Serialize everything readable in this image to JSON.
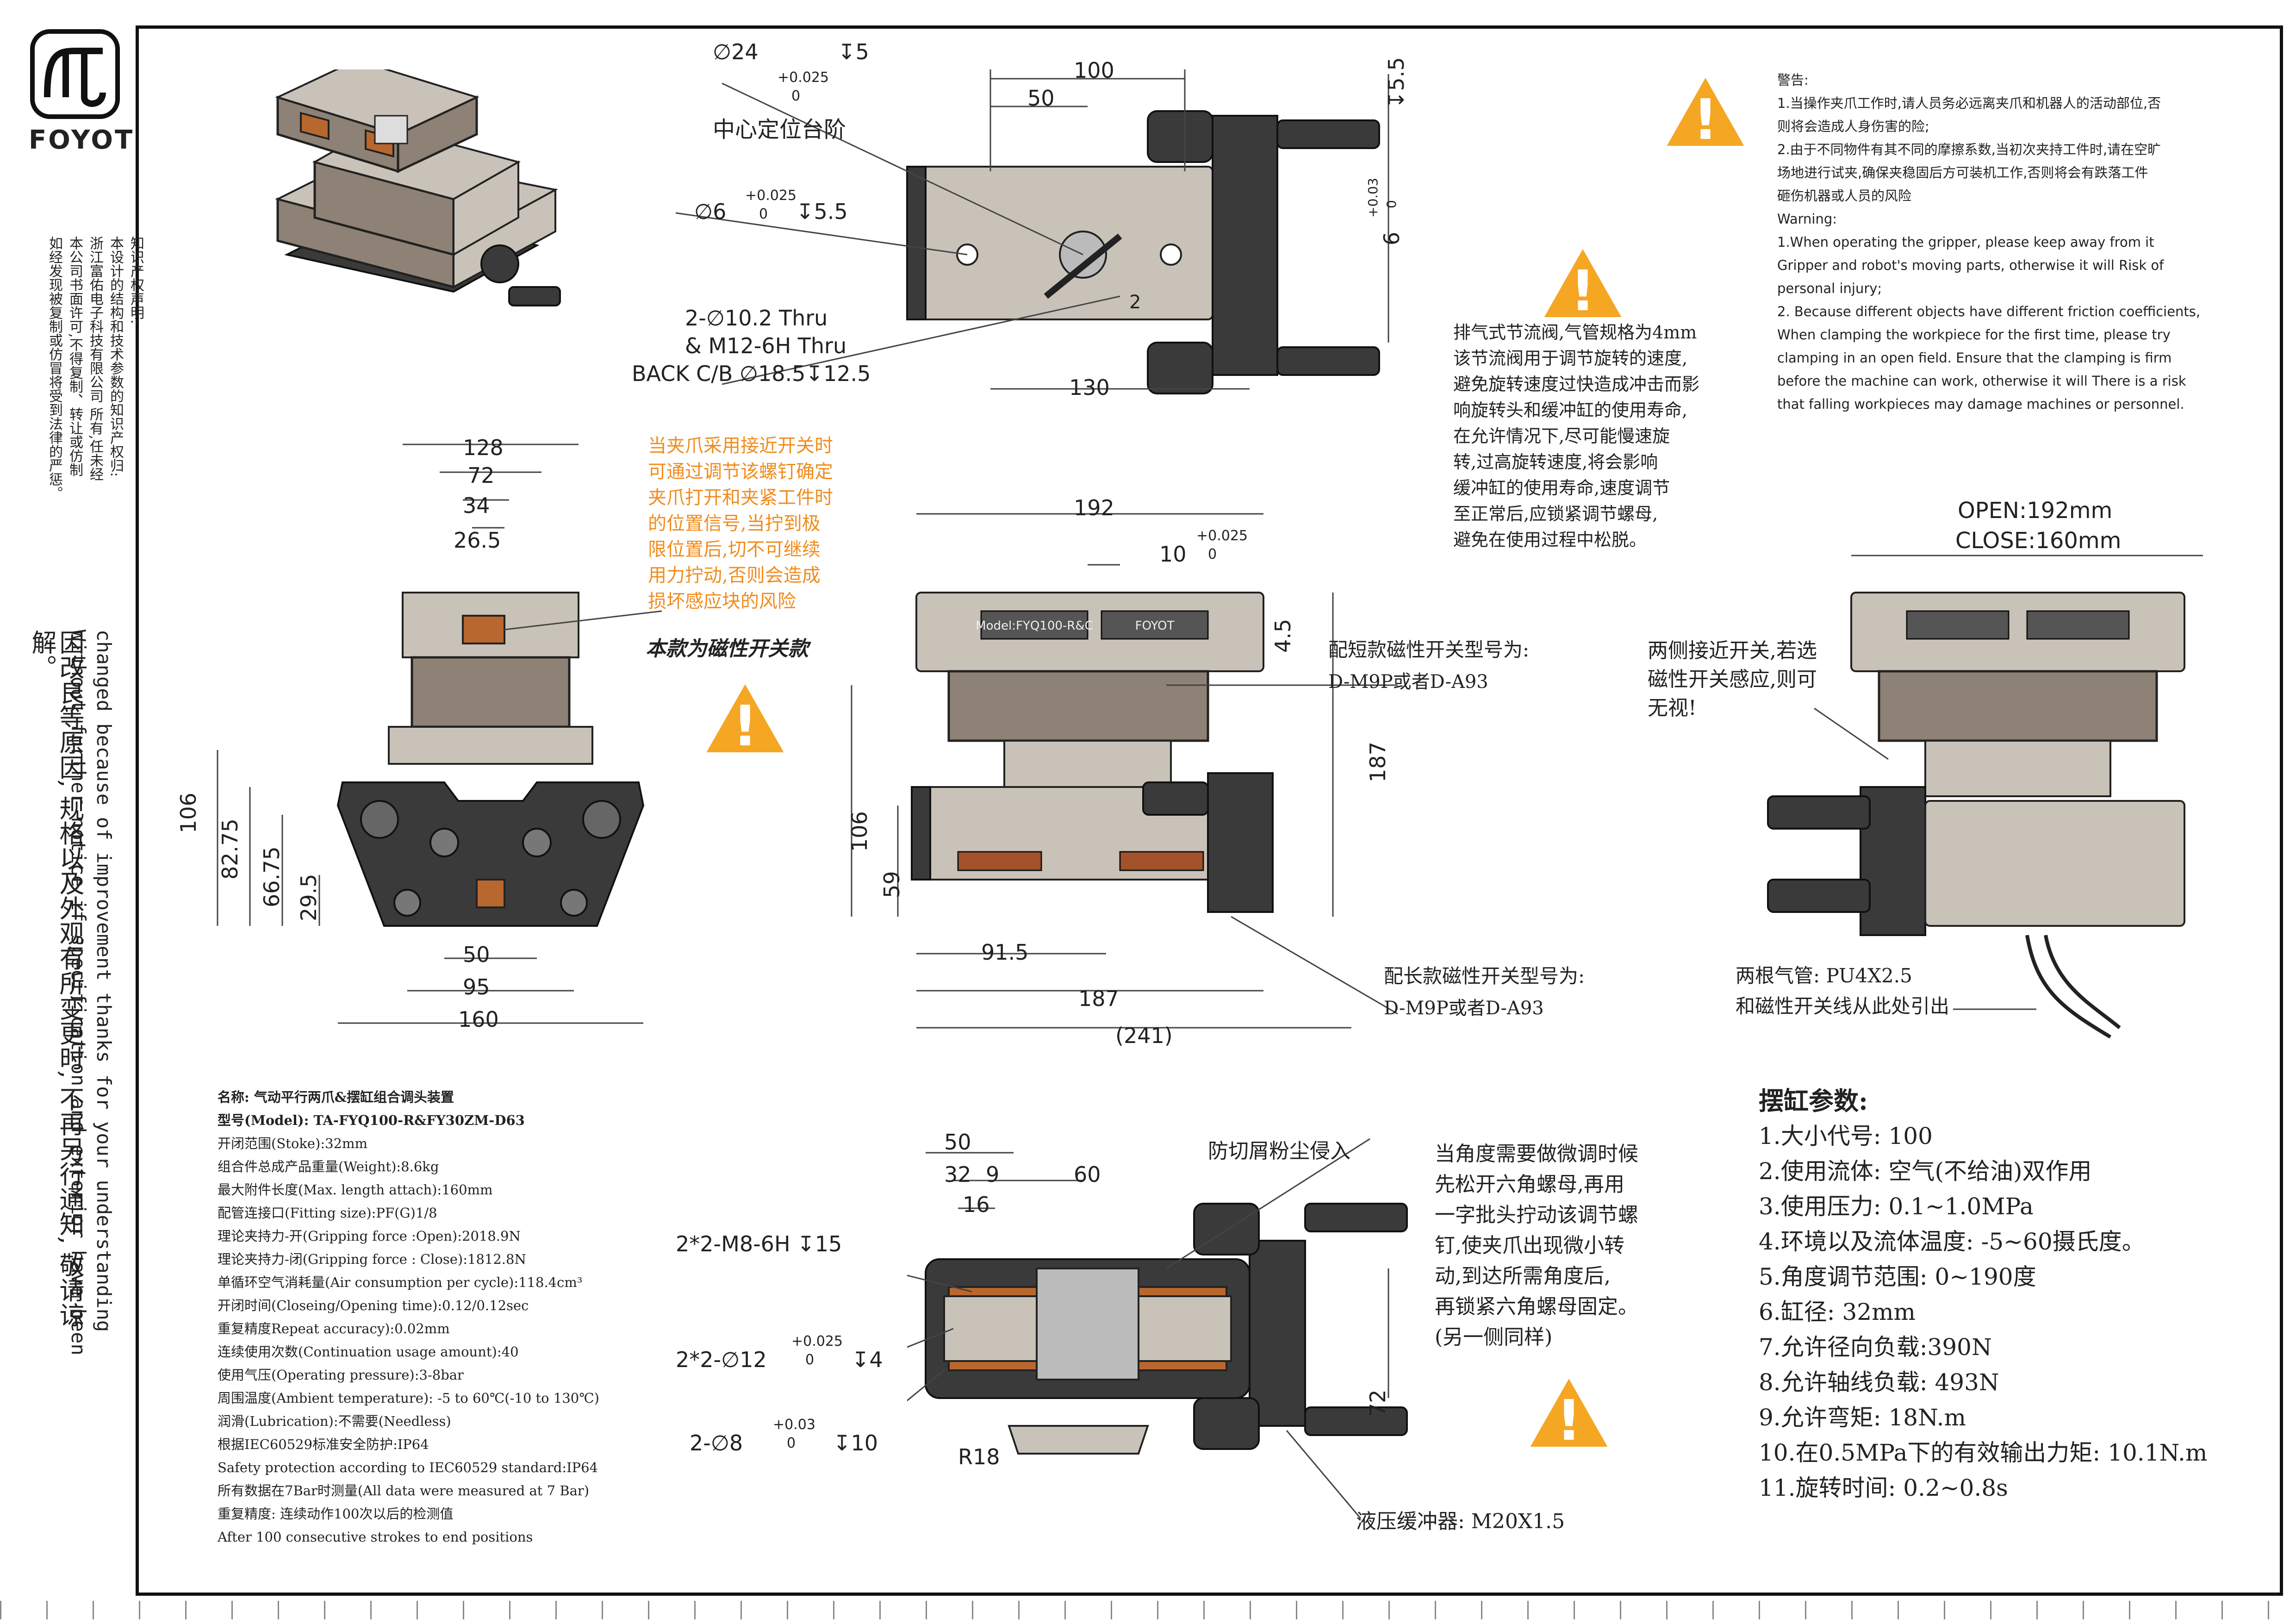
{
  "brand": {
    "name": "FOYOT"
  },
  "ip_statement": [
    "知识产权声明:",
    "本设计的结构和技术参数的知识产权归:",
    "浙江富佑电子科技有限公司 所有,任未经",
    "本公司书面许可,不得复制、转让或仿制",
    "如经发现被复制或仿冒将受到法律的严惩。"
  ],
  "left_vertical": {
    "cn": "因改良等原因, 规格以及外观有所变更时, 不再另行通知, 敬请谅解。",
    "en1": "Without further notice if specification and exterior have been",
    "en2": "changed because of improvement thanks for your understanding"
  },
  "top_view_labels": {
    "d24": "∅24",
    "tol_025_up": "+0.025",
    "tol_025_down": "0",
    "depth5": "↧5",
    "center_step": "中心定位台阶",
    "d6": "∅6",
    "depth55": "↧5.5",
    "thru1": "2-∅10.2  Thru",
    "thru2": "& M12-6H Thru",
    "thru3": "BACK   C/B  ∅18.5↧12.5",
    "w100": "100",
    "w50": "50",
    "w130": "130",
    "w2": "2",
    "right_depth": "↧5.5",
    "right_tol": "+0.03",
    "right_tol0": "0",
    "right_6": "6"
  },
  "front_view_labels": {
    "w128": "128",
    "w72": "72",
    "w34": "34",
    "w265": "26.5",
    "h106": "106",
    "h8275": "82.75",
    "h6675": "66.75",
    "h295": "29.5",
    "w50": "50",
    "w95": "95",
    "w160": "160",
    "orange_note": [
      "当夹爪采用接近开关时",
      "可通过调节该螺钉确定",
      "夹爪打开和夹紧工件时",
      "的位置信号,当拧到极",
      "限位置后,切不可继续",
      "用力拧动,否则会造成",
      "损坏感应块的风险"
    ],
    "magnetic": "本款为磁性开关款"
  },
  "side_view_labels": {
    "w192": "192",
    "w10": "10",
    "tol025": "+0.025",
    "tol0": "0",
    "h45": "4.5",
    "h187": "187",
    "h106": "106",
    "h59": "59",
    "w915": "91.5",
    "w187": "187",
    "w241": "(241)",
    "short_switch": "配短款磁性开关型号为:",
    "short_model": "D-M9P或者D-A93",
    "long_switch": "配长款磁性开关型号为:",
    "long_model": "D-M9P或者D-A93",
    "plate1": "Model:FYQ100-R&C",
    "plate2": "FOYOT"
  },
  "exhaust_note": [
    "排气式节流阀,气管规格为4mm",
    "该节流阀用于调节旋转的速度,",
    "避免旋转速度过快造成冲击而影",
    "响旋转头和缓冲缸的使用寿命,",
    "在允许情况下,尽可能慢速旋",
    "转,过高旋转速度,将会影响",
    "缓冲缸的使用寿命,速度调节",
    "至正常后,应锁紧调节螺母,",
    "避免在使用过程中松脱。"
  ],
  "warning": {
    "lines": [
      "警告:",
      "1.当操作夹爪工作时,请人员务必远离夹爪和机器人的活动部位,否",
      "则将会造成人身伤害的险;",
      "2.由于不同物件有其不同的摩擦系数,当初次夹持工件时,请在空旷",
      "场地进行试夹,确保夹稳固后方可装机工作,否则将会有跌落工件",
      "砸伤机器或人员的风险",
      "Warning:",
      "1.When operating the gripper, please keep away from it",
      "Gripper and robot's moving parts, otherwise it will Risk of",
      "personal injury;",
      "2. Because different objects have different friction coefficients,",
      "When clamping the workpiece for the first time, please try",
      "clamping in an open field. Ensure that the clamping is firm",
      "before the machine can work, otherwise it will There is a risk",
      "that falling workpieces may damage machines or personnel."
    ]
  },
  "open_close": {
    "open": "OPEN:192mm",
    "close": "CLOSE:160mm"
  },
  "proximity_note": [
    "两侧接近开关,若选",
    "磁性开关感应,则可",
    "无视!"
  ],
  "hose_note": [
    "两根气管: PU4X2.5",
    "和磁性开关线从此处引出"
  ],
  "bottom_view_labels": {
    "w50": "50",
    "w32": "32",
    "w9": "9",
    "w16": "16",
    "w60": "60",
    "dust": "防切屑粉尘侵入",
    "m8": "2*2-M8-6H  ↧15",
    "d12": "2*2-∅12",
    "tol025": "+0.025",
    "tol0": "0",
    "depth4": "↧4",
    "d8": "2-∅8",
    "tol03": "+0.03",
    "tol03_0": "0",
    "depth10": "↧10",
    "r18": "R18",
    "h72": "72",
    "buffer": "液压缓冲器: M20X1.5"
  },
  "angle_note": [
    "当角度需要做微调时候",
    "先松开六角螺母,再用",
    "一字批头拧动该调节螺",
    "钉,使夹爪出现微小转",
    "动,到达所需角度后,",
    "再锁紧六角螺母固定。",
    "(另一侧同样)"
  ],
  "spec": [
    "名称: 气动平行两爪&摆缸组合调头装置",
    "型号(Model): TA-FYQ100-R&FY30ZM-D63",
    "开闭范围(Stoke):32mm",
    "组合件总成产品重量(Weight):8.6kg",
    "最大附件长度(Max. length attach):160mm",
    "配管连接口(Fitting size):PF(G)1/8",
    "理论夹持力-开(Gripping force :Open):2018.9N",
    "理论夹持力-闭(Gripping force : Close):1812.8N",
    "单循环空气消耗量(Air consumption per cycle):118.4cm³",
    "开闭时间(Closeing/Opening time):0.12/0.12sec",
    "重复精度Repeat accuracy):0.02mm",
    "连续使用次数(Continuation usage amount):40",
    "使用气压(Operating pressure):3-8bar",
    "周围温度(Ambient temperature): -5 to 60℃(-10 to 130℃)",
    "润滑(Lubrication):不需要(Needless)",
    "根据IEC60529标准安全防护:IP64",
    "Safety protection according to IEC60529 standard:IP64",
    "所有数据在7Bar时测量(All data were measured at 7 Bar)",
    "重复精度: 连续动作100次以后的检测值",
    "After 100 consecutive strokes to end positions"
  ],
  "params": {
    "title": "摆缸参数:",
    "items": [
      "1.大小代号: 100",
      "2.使用流体: 空气(不给油)双作用",
      "3.使用压力: 0.1~1.0MPa",
      "4.环境以及流体温度: -5~60摄氏度。",
      "5.角度调节范围: 0~190度",
      "6.缸径: 32mm",
      "7.允许径向负载:390N",
      "8.允许轴线负载: 493N",
      "9.允许弯矩: 18N.m",
      "10.在0.5MPa下的有效输出力矩: 10.1N.m",
      "11.旋转时间: 0.2~0.8s"
    ]
  },
  "colors": {
    "accent": "#f08c1e",
    "warning_fill": "#f5a623",
    "metal": "#8d8275",
    "copper": "#b8672e"
  }
}
